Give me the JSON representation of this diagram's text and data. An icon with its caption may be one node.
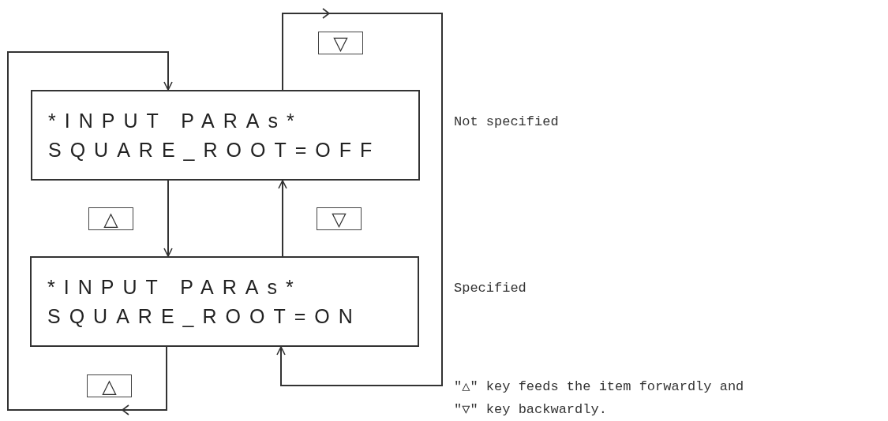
{
  "diagram": {
    "nodes": [
      {
        "text": [
          "*INPUT PARAs*",
          "SQUARE_ROOT=OFF"
        ],
        "beside": [
          "Not specified"
        ]
      },
      {
        "text": [
          "*INPUT PARAs*",
          "SQUARE_ROOT=ON"
        ],
        "beside": [
          "Specified"
        ]
      }
    ],
    "edges": [
      {
        "from": 0,
        "to": 1,
        "arrow": "to",
        "label": "△"
      },
      {
        "from": 1,
        "to": 0,
        "arrow": "to",
        "label": "▽"
      },
      {
        "from": 1,
        "to": 0,
        "arrow": "to",
        "label": "△"
      },
      {
        "from": 0,
        "to": 1,
        "arrow": "to",
        "label": "▽"
      }
    ],
    "labels": [
      "\"△\" key feeds the item forwardly and \"▽\" key backwardly."
    ]
  }
}
